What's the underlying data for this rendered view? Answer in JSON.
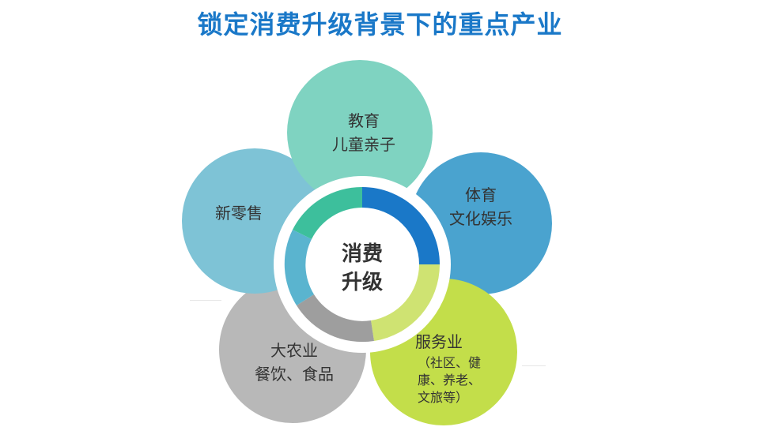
{
  "title": "锁定消费升级背景下的重点产业",
  "center": {
    "line1": "消费",
    "line2": "升级"
  },
  "petals": [
    {
      "lines": [
        "教育",
        "儿童亲子"
      ],
      "color": "#7fd3c1"
    },
    {
      "lines": [
        "体育",
        "文化娱乐"
      ],
      "color": "#4aa3cf"
    },
    {
      "lines": [
        "服务业"
      ],
      "sub_lines": [
        "（社区、健",
        "康、养老、",
        "文旅等）"
      ],
      "color": "#c3de4a"
    },
    {
      "lines": [
        "大农业",
        "餐饮、食品"
      ],
      "color": "#b8b8b8"
    },
    {
      "lines": [
        "新零售"
      ],
      "color": "#7ec3d6"
    }
  ],
  "ring_colors": [
    "#1a78c8",
    "#cfe372",
    "#9e9e9e",
    "#5ab4cf",
    "#3dbf9c"
  ]
}
